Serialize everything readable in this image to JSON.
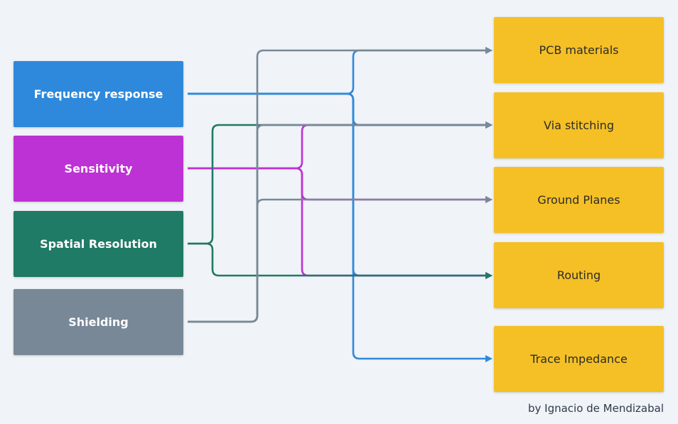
{
  "sources": [
    {
      "label": "Frequency response",
      "color": "#2e89dc"
    },
    {
      "label": "Sensitivity",
      "color": "#bd32d4"
    },
    {
      "label": "Spatial Resolution",
      "color": "#1f7a66"
    },
    {
      "label": "Shielding",
      "color": "#788897"
    }
  ],
  "targets": [
    {
      "label": "PCB materials"
    },
    {
      "label": "Via stitching"
    },
    {
      "label": "Ground Planes"
    },
    {
      "label": "Routing"
    },
    {
      "label": "Trace Impedance"
    }
  ],
  "target_color": "#f5c025",
  "links": [
    {
      "from": "Frequency response",
      "to": "PCB materials"
    },
    {
      "from": "Frequency response",
      "to": "Via stitching"
    },
    {
      "from": "Frequency response",
      "to": "Routing"
    },
    {
      "from": "Frequency response",
      "to": "Trace Impedance"
    },
    {
      "from": "Sensitivity",
      "to": "Via stitching"
    },
    {
      "from": "Sensitivity",
      "to": "Ground Planes"
    },
    {
      "from": "Sensitivity",
      "to": "Routing"
    },
    {
      "from": "Spatial Resolution",
      "to": "Via stitching"
    },
    {
      "from": "Spatial Resolution",
      "to": "Routing"
    },
    {
      "from": "Shielding",
      "to": "PCB materials"
    },
    {
      "from": "Shielding",
      "to": "Via stitching"
    },
    {
      "from": "Shielding",
      "to": "Ground Planes"
    }
  ],
  "credit": "by Ignacio de Mendizabal"
}
